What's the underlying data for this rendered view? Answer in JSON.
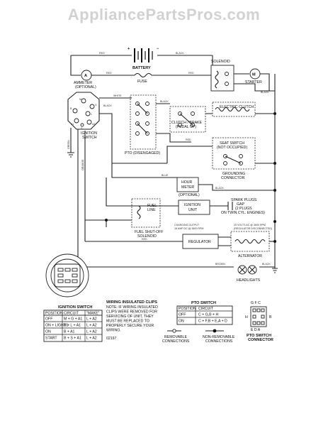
{
  "watermark": "AppliancePartsPros.com",
  "battery": {
    "label": "BATTERY",
    "plus": "+",
    "minus": "−"
  },
  "solenoid": {
    "label": "SOLENOID"
  },
  "ammeter": {
    "label": "AMMETER",
    "sub": "(OPTIONAL)",
    "symbol": "A"
  },
  "fuse": {
    "label": "FUSE"
  },
  "starter": {
    "label": "STARTER",
    "symbol": "M"
  },
  "electric_clutch": {
    "label": "ELECTRIC CLUTCH"
  },
  "clutch_brake": {
    "label": "CLUTCH / BRAKE",
    "sub": "(PEDAL UP)"
  },
  "ignition_switch": {
    "label": "IGNITION",
    "label2": "SWITCH"
  },
  "pto": {
    "label": "PTO (DISENGAGED)"
  },
  "seat_switch": {
    "label": "SEAT SWITCH",
    "sub": "(NOT OCCUPIED)"
  },
  "grounding_connector": {
    "label": "GROUNDING",
    "label2": "CONNECTOR"
  },
  "hour_meter": {
    "label": "HOUR",
    "label2": "METER",
    "sub": "(OPTIONAL)"
  },
  "spark_plugs": {
    "label": "SPARK PLUGS",
    "l2": "GAP",
    "l3": "(2 PLUGS",
    "l4": "ON TWIN CYL. ENGINES)"
  },
  "ignition_unit": {
    "label": "IGNITION",
    "label2": "UNIT"
  },
  "fuel_line": {
    "label": "FUEL",
    "label2": "LINE"
  },
  "fuel_shutoff": {
    "label": "FUEL SHUT-OFF",
    "label2": "SOLENOID"
  },
  "charging_note": {
    "l1": "CHARGING OUTPUT",
    "l2": "16 AMP DC @ 3600 RPM"
  },
  "ac_note": {
    "l1": "20 VOLTS AC @ 3600 RPM",
    "l2": "(REGULATOR DISCONNECTED)"
  },
  "regulator": {
    "label": "REGULATOR"
  },
  "alternator": {
    "label": "ALTERNATOR"
  },
  "headlights": {
    "label": "HEADLIGHTS"
  },
  "wire_colors": {
    "red": "RED",
    "black": "BLACK",
    "white": "WHITE",
    "green": "GREEN",
    "orange": "ORANGE",
    "blue": "BLUE",
    "brown": "BROWN"
  },
  "ignition_table": {
    "title": "IGNITION SWITCH",
    "headers": [
      "POSITION",
      "CIRCUIT",
      "\"MAKE\""
    ],
    "rows": [
      [
        "OFF",
        "M + G + A1",
        "L + A2"
      ],
      [
        "ON + LIGHTS",
        "B + L + A1",
        "L + A2"
      ],
      [
        "ON",
        "B + A1",
        "L + A2"
      ],
      [
        "START",
        "B + S + A1",
        "L + A2"
      ]
    ]
  },
  "clips_note": {
    "title": "WIRING INSULATED CLIPS",
    "lines": [
      "NOTE: IF WIRING INSULATED",
      "CLIPS WERE REMOVED FOR",
      "SERVICING OF UNIT, THEY",
      "MUST BE REPLACED TO",
      "PROPERLY SECURE YOUR",
      "WIRING."
    ],
    "code": "02197"
  },
  "pto_table": {
    "title": "PTO SWITCH",
    "headers": [
      "POSITION",
      "CIRCUIT"
    ],
    "rows": [
      [
        "OFF",
        "C + G,B + H"
      ],
      [
        "ON",
        "C + F,B + E,A + D"
      ]
    ]
  },
  "legend": {
    "removable": "REMOVABLE",
    "removable2": "CONNECTIONS",
    "nonremovable": "NON-REMOVABLE",
    "nonremovable2": "CONNECTIONS"
  },
  "pto_connector": {
    "title": "PTO SWITCH",
    "title2": "CONNECTOR",
    "top": "G F C",
    "left": "H",
    "right": "B",
    "bottom": "E D A"
  },
  "ign_pins": {
    "m": "M",
    "g": "G",
    "b": "B",
    "l": "L",
    "a1": "A1",
    "a2": "A2",
    "s": "S"
  }
}
